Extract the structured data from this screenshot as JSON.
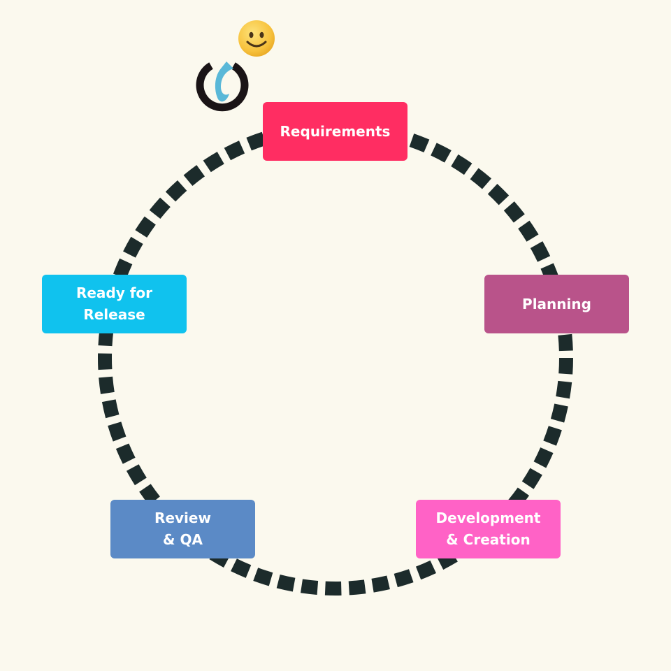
{
  "diagram": {
    "type": "cycle",
    "ring_color": "#1c2b2b",
    "background_color": "#fbf9ee",
    "stages": [
      {
        "id": "requirements",
        "label": "Requirements",
        "color": "#ff2d62"
      },
      {
        "id": "planning",
        "label": "Planning",
        "color": "#b9538a"
      },
      {
        "id": "development",
        "label": "Development\n& Creation",
        "color": "#ff62c6"
      },
      {
        "id": "review",
        "label": "Review\n& QA",
        "color": "#5b8ac6"
      },
      {
        "id": "release",
        "label": "Ready for\nRelease",
        "color": "#10c2ee"
      }
    ]
  },
  "decorations": {
    "logo_icon": "drop-in-ring-logo",
    "emoji_icon": "slightly-smiling-face"
  }
}
